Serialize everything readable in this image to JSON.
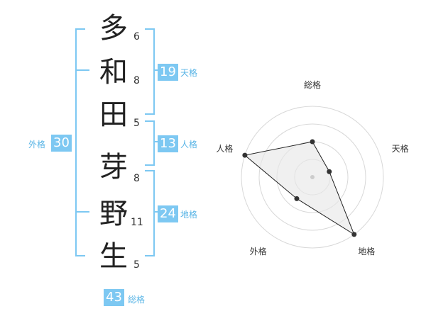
{
  "name_chars": [
    {
      "char": "多",
      "strokes": "6"
    },
    {
      "char": "和",
      "strokes": "8"
    },
    {
      "char": "田",
      "strokes": "5"
    },
    {
      "char": "芽",
      "strokes": "8"
    },
    {
      "char": "野",
      "strokes": "11"
    },
    {
      "char": "生",
      "strokes": "5"
    }
  ],
  "fortunes": {
    "tenkaku": {
      "value": "19",
      "label": "天格"
    },
    "jinkaku": {
      "value": "13",
      "label": "人格"
    },
    "chikaku": {
      "value": "24",
      "label": "地格"
    },
    "gaikaku": {
      "value": "30",
      "label": "外格"
    },
    "soukaku": {
      "value": "43",
      "label": "総格"
    }
  },
  "colors": {
    "accent": "#7dc8f2",
    "accent_text": "#5ab5e6"
  },
  "chart_data": {
    "type": "radar",
    "categories": [
      "総格",
      "天格",
      "地格",
      "外格",
      "人格"
    ],
    "values": [
      2,
      1,
      4,
      1.5,
      4
    ],
    "rlim": [
      0,
      4
    ],
    "grid": true
  }
}
